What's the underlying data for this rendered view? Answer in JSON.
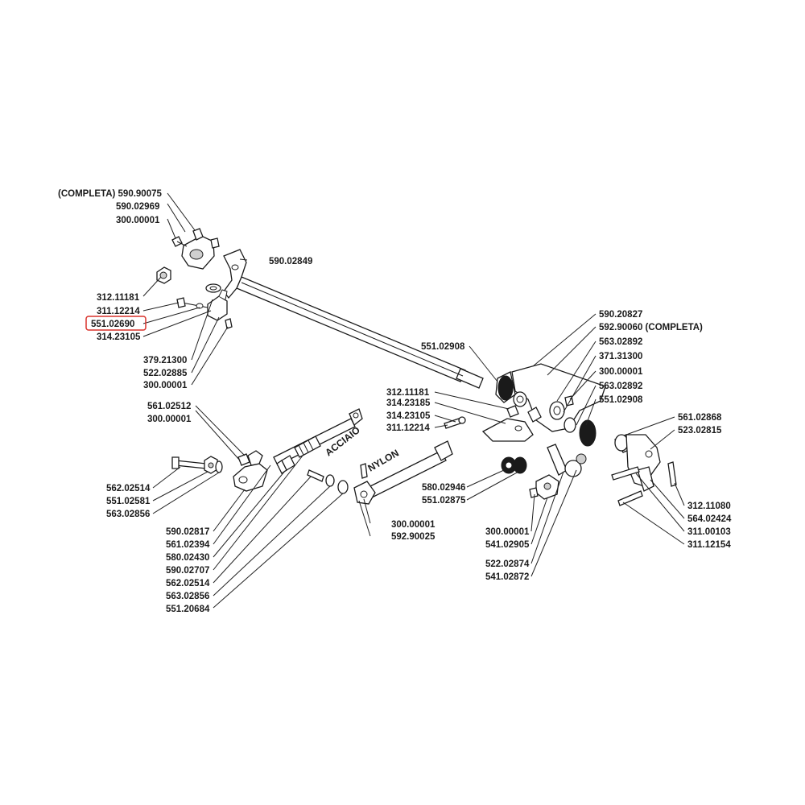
{
  "highlight_color": "#d9322b",
  "labels": {
    "l01": "(COMPLETA) 590.90075",
    "l02": "590.02969",
    "l03": "300.00001",
    "l04": "590.02849",
    "l05": "312.11181",
    "l06": "311.12214",
    "l07": "551.02690",
    "l08": "314.23105",
    "l09": "379.21300",
    "l10": "522.02885",
    "l11": "300.00001",
    "l12": "561.02512",
    "l13": "300.00001",
    "l14": "562.02514",
    "l15": "551.02581",
    "l16": "563.02856",
    "l17": "590.02817",
    "l18": "561.02394",
    "l19": "580.02430",
    "l20": "590.02707",
    "l21": "562.02514",
    "l22": "563.02856",
    "l23": "551.20684",
    "l24": "ACCIAIO",
    "l25": "NYLON",
    "l26": "300.00001",
    "l27": "592.90025",
    "l28": "551.02908",
    "l29": "590.20827",
    "l30": "592.90060 (COMPLETA)",
    "l31": "563.02892",
    "l32": "371.31300",
    "l33": "300.00001",
    "l34": "563.02892",
    "l35": "551.02908",
    "l36": "312.11181",
    "l37": "314.23185",
    "l38": "314.23105",
    "l39": "311.12214",
    "l40": "580.02946",
    "l41": "551.02875",
    "l42": "300.00001",
    "l43": "541.02905",
    "l44": "522.02874",
    "l45": "541.02872",
    "l46": "561.02868",
    "l47": "523.02815",
    "l48": "312.11080",
    "l49": "564.02424",
    "l50": "311.00103",
    "l51": "311.12154"
  }
}
